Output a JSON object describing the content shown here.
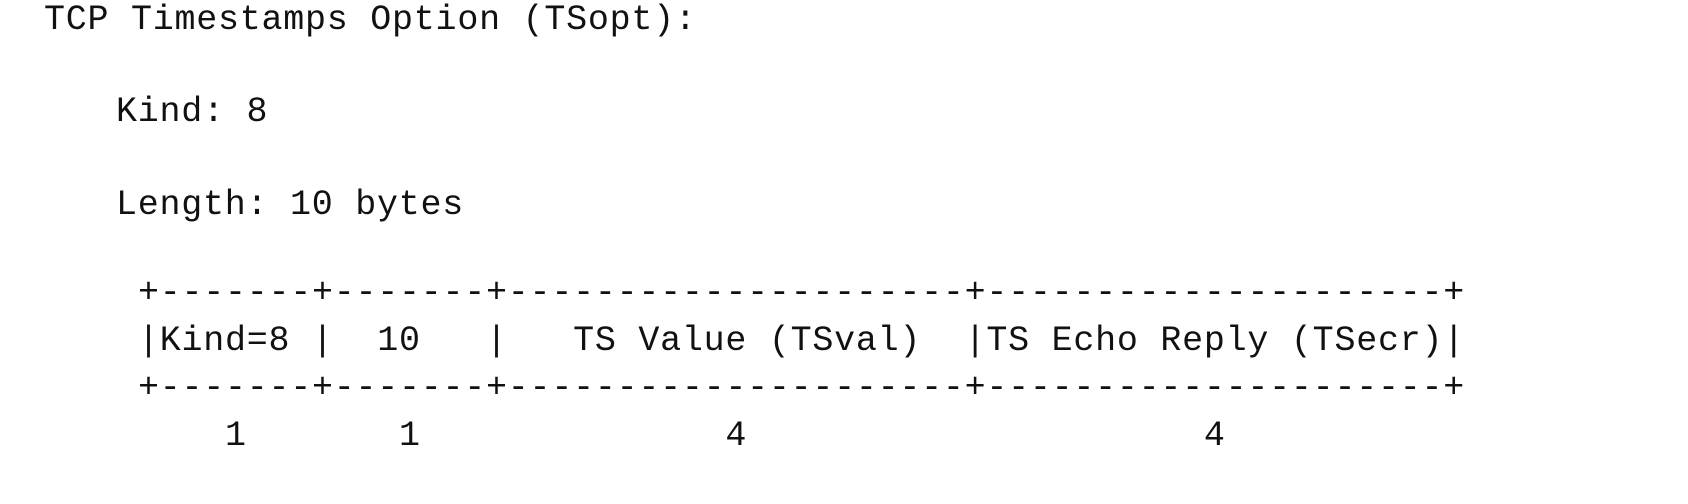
{
  "heading": "TCP Timestamps Option (TSopt):",
  "kind_line": "Kind: 8",
  "length_line": "Length: 10 bytes",
  "diagram": {
    "border_top": "+-------+-------+---------------------+---------------------+",
    "cells_row": "|Kind=8 |  10   |   TS Value (TSval)  |TS Echo Reply (TSecr)|",
    "border_bottom": "+-------+-------+---------------------+---------------------+",
    "sizes_row": "    1       1              4                     4"
  }
}
